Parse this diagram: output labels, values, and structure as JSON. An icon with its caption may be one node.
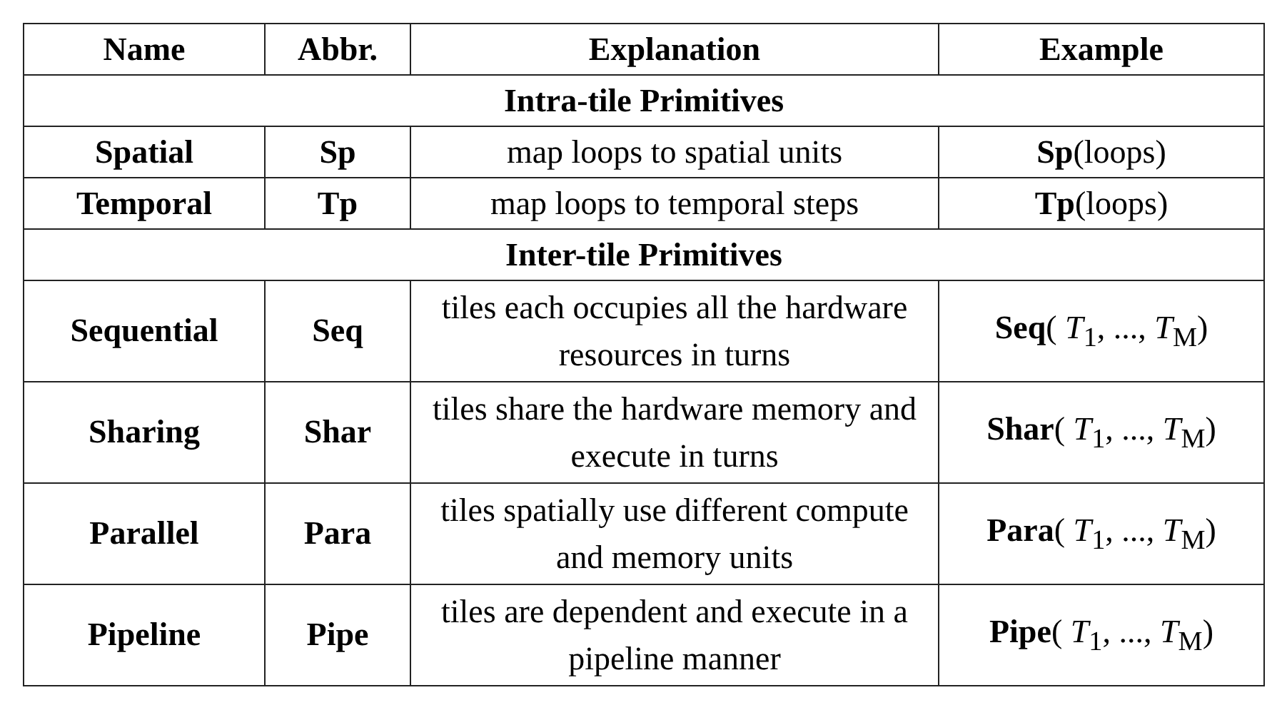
{
  "diagram": {
    "labels": [
      "Name",
      "Abbr.",
      "Explanation",
      "Example",
      "Intra-tile Primitives",
      "Spatial",
      "Sp",
      "map loops to spatial units",
      "**Sp**(loops)",
      "Temporal",
      "Tp",
      "map loops to temporal steps",
      "**Tp**(loops)",
      "Inter-tile Primitives",
      "Sequential",
      "Seq",
      "tiles each occupies all the hardware resources in turns",
      "**Seq**( *T*$_{1}$, ..., *T*$_{M}$)",
      "Sharing",
      "Shar",
      "tiles share the hardware memory and execute in turns",
      "**Shar**( *T*$_{1}$, ..., *T*$_{M}$)",
      "Parallel",
      "Para",
      "tiles spatially use different compute and memory units",
      "**Para**( *T*$_{1}$, ..., *T*$_{M}$)",
      "Pipeline",
      "Pipe",
      "tiles are dependent and execute in a pipeline manner",
      "**Pipe**( *T*$_{1}$, ..., *T*$_{M}$)"
    ]
  }
}
